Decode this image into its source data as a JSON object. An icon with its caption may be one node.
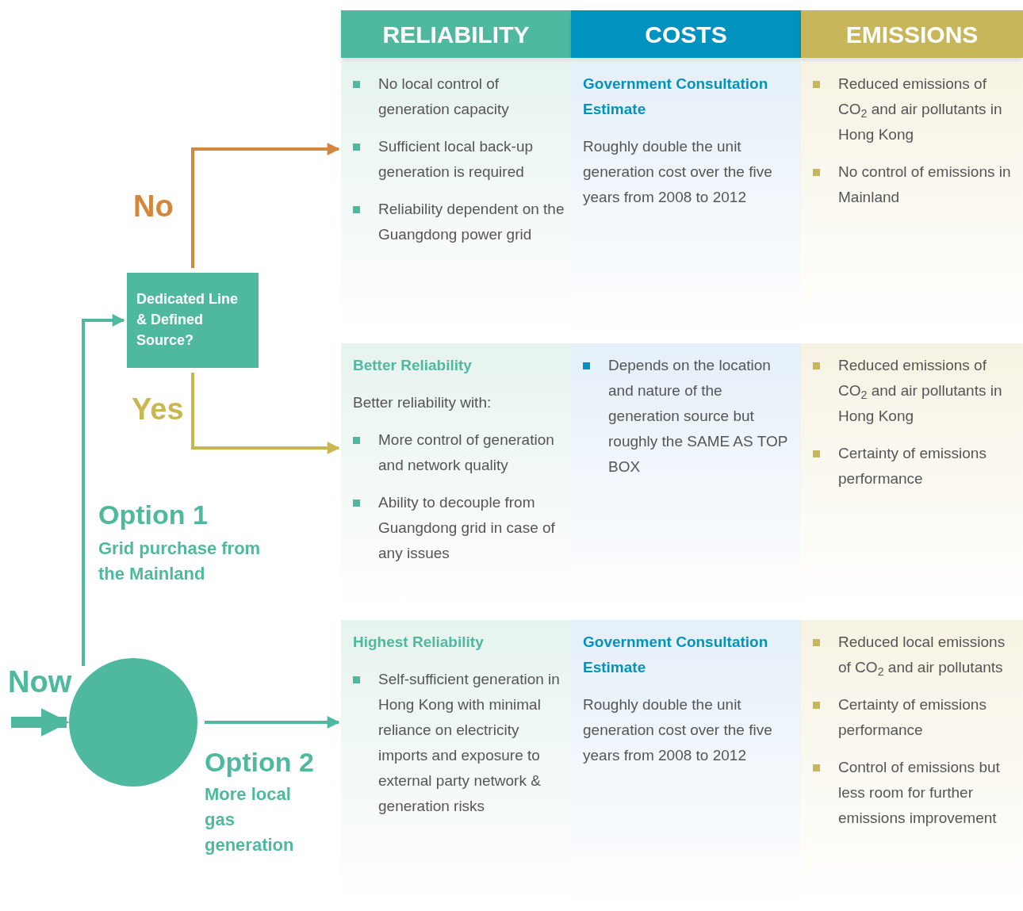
{
  "diagram": {
    "nodes": [
      {
        "text": [
          "RELIABILITY"
        ]
      },
      {
        "text": [
          "COSTS"
        ]
      },
      {
        "text": [
          "EMISSIONS"
        ]
      },
      {
        "text": [
          "No local control of generation capacity",
          "Sufficient local back-up generation is required",
          "Reliability dependent on the Guangdong power grid"
        ]
      },
      {
        "text": [
          "Government Consultation Estimate",
          "Roughly double the unit generation cost over the five years from 2008 to 2012"
        ]
      },
      {
        "text": [
          "Reduced emissions of CO$_{2}$ and air pollutants in Hong Kong",
          "No control of emissions in Mainland"
        ]
      },
      {
        "text": [
          "Dedicated Line & Defined Source?"
        ]
      },
      {
        "text": [
          "Better Reliability",
          "Better reliability with:",
          "More control of generation and network quality",
          "Ability to decouple from Guangdong grid in case of any issues"
        ]
      },
      {
        "text": [
          "Depends on the location and nature of the generation source but roughly the SAME AS TOP BOX"
        ]
      },
      {
        "text": [
          "Reduced emissions of CO$_{2}$ and air pollutants in Hong Kong",
          "Certainty of emissions performance"
        ]
      },
      {
        "text": [
          "Highest Reliability",
          "Self-sufficient generation in Hong Kong with minimal reliance on electricity imports and exposure to external party network & generation risks"
        ]
      },
      {
        "text": [
          "Government Consultation Estimate",
          "Roughly double the unit generation cost over the five years from 2008 to 2012"
        ]
      },
      {
        "text": [
          "Reduced local emissions of CO$_{2}$ and air pollutants",
          "Certainty of emissions performance",
          "Control of emissions but less room for further emissions improvement"
        ]
      },
      {
        "text": [],
        "shape": "circle"
      }
    ],
    "edges": [
      {
        "from": null,
        "to": 13,
        "arrow": "to",
        "label": "Now",
        "style": "thick"
      },
      {
        "from": 13,
        "to": 6,
        "arrow": "to"
      },
      {
        "from": 6,
        "to": 3,
        "arrow": "to",
        "label": "No",
        "color": "#d4873c"
      },
      {
        "from": 6,
        "to": 7,
        "arrow": "to",
        "label": "Yes",
        "color": "#c9b752"
      },
      {
        "from": 13,
        "to": 10,
        "arrow": "to"
      }
    ],
    "labels": [
      "Option 1",
      "Grid purchase from the Mainland",
      "Option 2",
      "More local gas generation"
    ]
  }
}
